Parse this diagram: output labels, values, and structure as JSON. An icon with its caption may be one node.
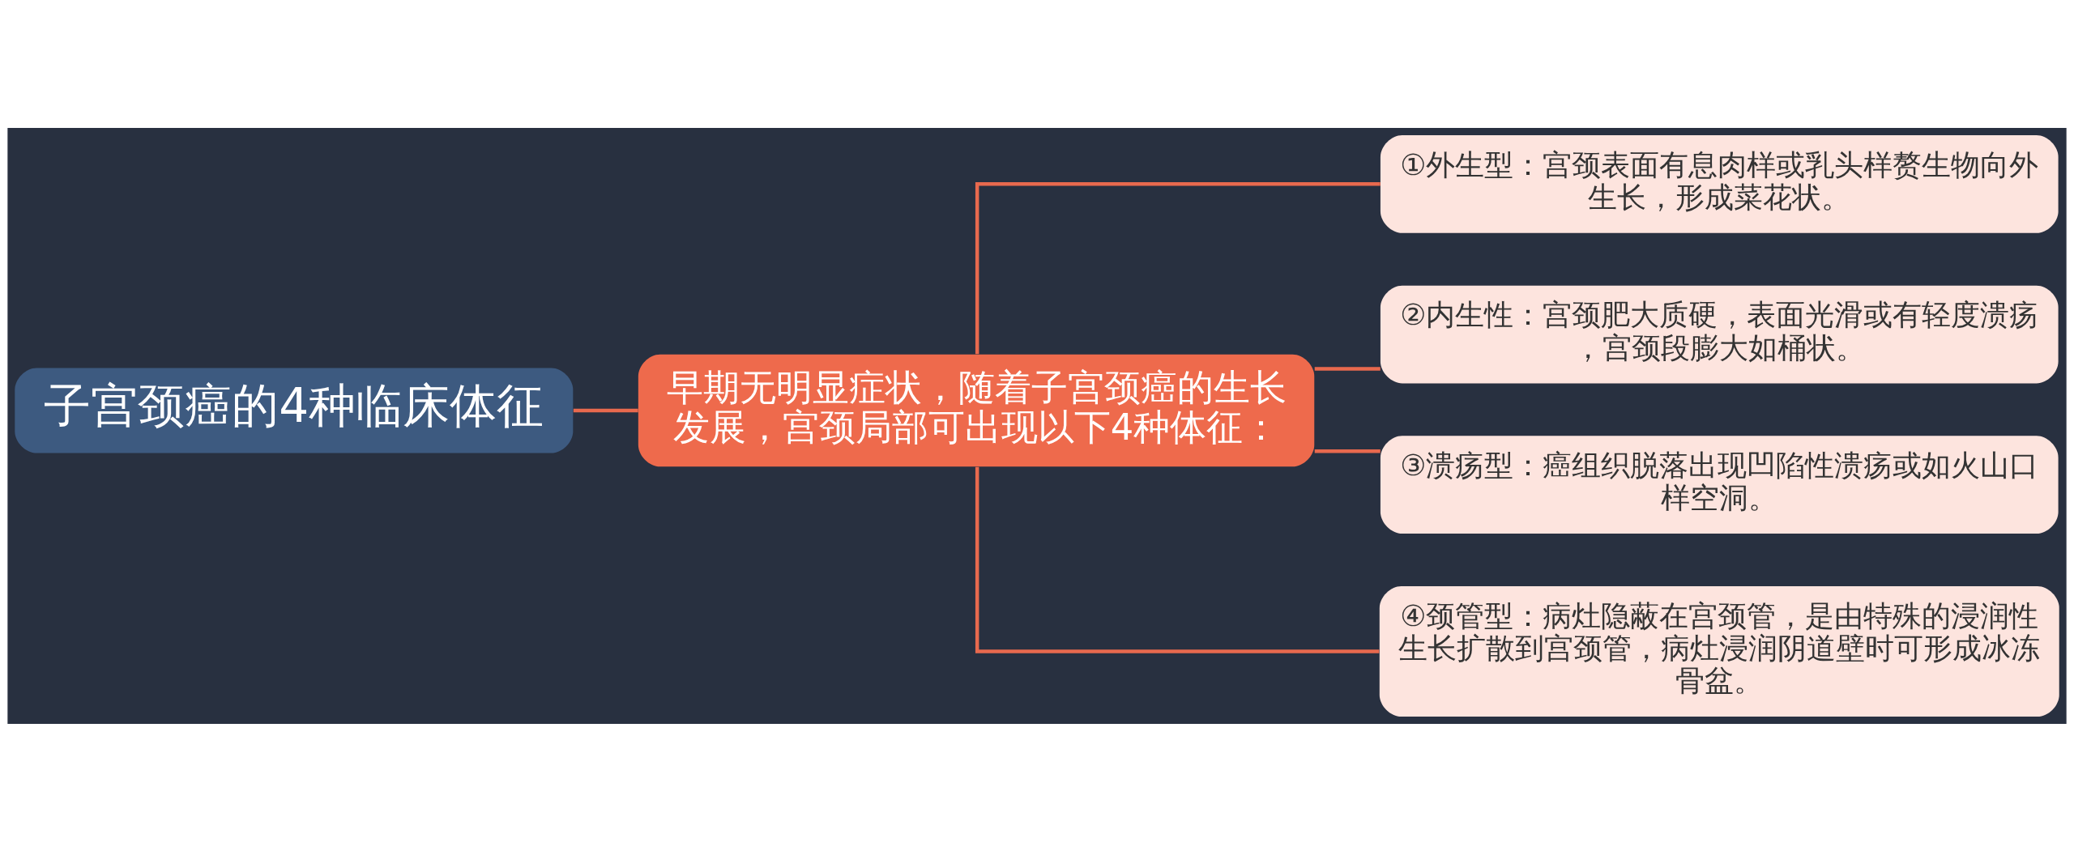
{
  "diagram": {
    "nodes": [
      {
        "text": [
          "子宫颈癌的4种临床体征"
        ]
      },
      {
        "text": [
          "早期无明显症状，随着子宫颈癌的生长发展，宫颈局部可出现以下4种体征："
        ]
      },
      {
        "text": [
          "①外生型：宫颈表面有息肉样或乳头样赘生物向外生长，形成菜花状。"
        ]
      },
      {
        "text": [
          "②内生性：宫颈肥大质硬，表面光滑或有轻度溃疡，宫颈段膨大如桶状。"
        ]
      },
      {
        "text": [
          "③溃疡型：癌组织脱落出现凹陷性溃疡或如火山口样空洞。"
        ]
      },
      {
        "text": [
          "④颈管型：病灶隐蔽在宫颈管，是由特殊的浸润性生长扩散到宫颈管，病灶浸润阴道壁时可形成冰冻骨盆。"
        ]
      }
    ],
    "edges": [
      {
        "from": 0,
        "to": 1,
        "arrow": "none"
      },
      {
        "from": 1,
        "to": 2,
        "arrow": "none"
      },
      {
        "from": 1,
        "to": 3,
        "arrow": "none"
      },
      {
        "from": 1,
        "to": 4,
        "arrow": "none"
      },
      {
        "from": 1,
        "to": 5,
        "arrow": "none"
      }
    ]
  }
}
